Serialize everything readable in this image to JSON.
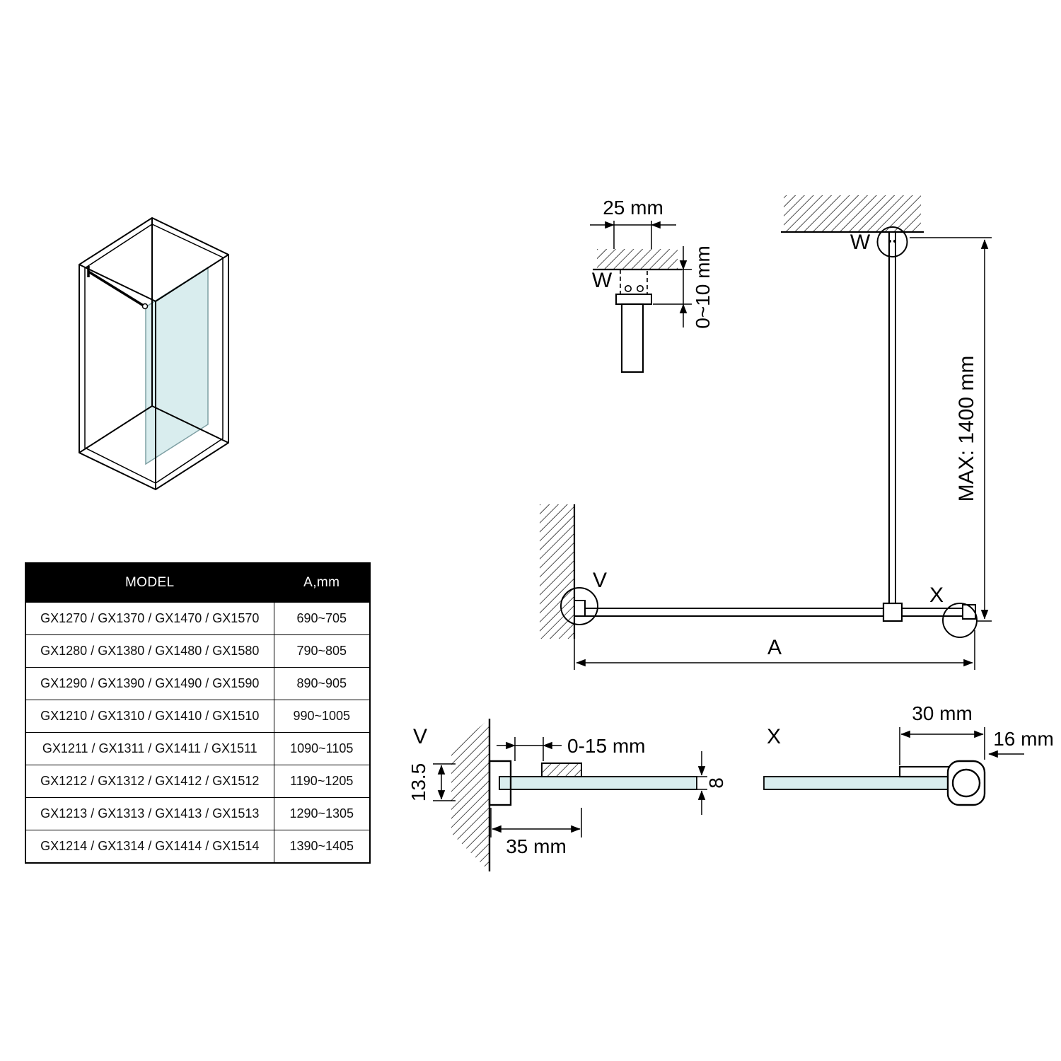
{
  "colors": {
    "glass": "#d9edee",
    "line": "#000000",
    "table_header_bg": "#000000",
    "table_header_text": "#ffffff"
  },
  "table": {
    "headers": {
      "model": "MODEL",
      "a": "A,mm"
    },
    "rows": [
      {
        "model": "GX1270 / GX1370 / GX1470 / GX1570",
        "a": "690~705"
      },
      {
        "model": "GX1280 / GX1380 / GX1480 / GX1580",
        "a": "790~805"
      },
      {
        "model": "GX1290 / GX1390 / GX1490 / GX1590",
        "a": "890~905"
      },
      {
        "model": "GX1210 / GX1310 / GX1410 / GX1510",
        "a": "990~1005"
      },
      {
        "model": "GX1211 / GX1311 / GX1411 / GX1511",
        "a": "1090~1105"
      },
      {
        "model": "GX1212 / GX1312 / GX1412 / GX1512",
        "a": "1190~1205"
      },
      {
        "model": "GX1213 / GX1313 / GX1413 / GX1513",
        "a": "1290~1305"
      },
      {
        "model": "GX1214 / GX1314 / GX1414 / GX1514",
        "a": "1390~1405"
      }
    ]
  },
  "detail_w": {
    "label": "W",
    "width_dim": "25 mm",
    "gap_dim": "0~10 mm"
  },
  "main": {
    "ceiling_label": "W",
    "wall_label": "V",
    "end_label": "X",
    "height_dim": "MAX: 1400 mm",
    "width_dim": "A"
  },
  "detail_v": {
    "label": "V",
    "wall_profile_dim": "13.5",
    "adjust_dim": "0-15 mm",
    "profile_depth_dim": "35 mm",
    "glass_thickness_dim": "8"
  },
  "detail_x": {
    "label": "X",
    "width_dim": "30 mm",
    "height_dim": "16 mm"
  }
}
